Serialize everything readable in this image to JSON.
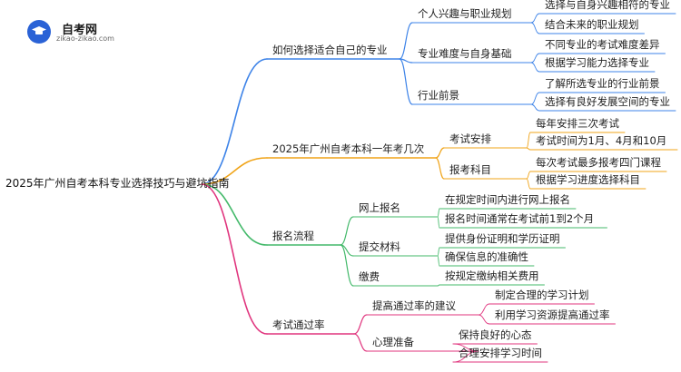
{
  "logo": {
    "title": "自考网",
    "url": "zikao-zikao.com"
  },
  "colors": {
    "blue": "#3d83e8",
    "orange": "#f0a419",
    "green": "#43b96a",
    "magenta": "#e0357e"
  },
  "root": "2025年广州自考本科专业选择技巧与避坑指南",
  "branches": [
    {
      "label": "如何选择适合自己的专业",
      "color": "blue",
      "children": [
        {
          "label": "个人兴趣与职业规划",
          "children": [
            "选择与自身兴趣相符的专业",
            "结合未来的职业规划"
          ]
        },
        {
          "label": "专业难度与自身基础",
          "children": [
            "不同专业的考试难度差异",
            "根据学习能力选择专业"
          ]
        },
        {
          "label": "行业前景",
          "children": [
            "了解所选专业的行业前景",
            "选择有良好发展空间的专业"
          ]
        }
      ]
    },
    {
      "label": "2025年广州自考本科一年考几次",
      "color": "orange",
      "children": [
        {
          "label": "考试安排",
          "children": [
            "每年安排三次考试",
            "考试时间为1月、4月和10月"
          ]
        },
        {
          "label": "报考科目",
          "children": [
            "每次考试最多报考四门课程",
            "根据学习进度选择科目"
          ]
        }
      ]
    },
    {
      "label": "报名流程",
      "color": "green",
      "children": [
        {
          "label": "网上报名",
          "children": [
            "在规定时间内进行网上报名",
            "报名时间通常在考试前1到2个月"
          ]
        },
        {
          "label": "提交材料",
          "children": [
            "提供身份证明和学历证明",
            "确保信息的准确性"
          ]
        },
        {
          "label": "缴费",
          "children": [
            "按规定缴纳相关费用"
          ]
        }
      ]
    },
    {
      "label": "考试通过率",
      "color": "magenta",
      "children": [
        {
          "label": "提高通过率的建议",
          "children": [
            "制定合理的学习计划",
            "利用学习资源提高通过率"
          ]
        },
        {
          "label": "心理准备",
          "children": [
            "保持良好的心态",
            "合理安排学习时间"
          ]
        }
      ]
    }
  ]
}
